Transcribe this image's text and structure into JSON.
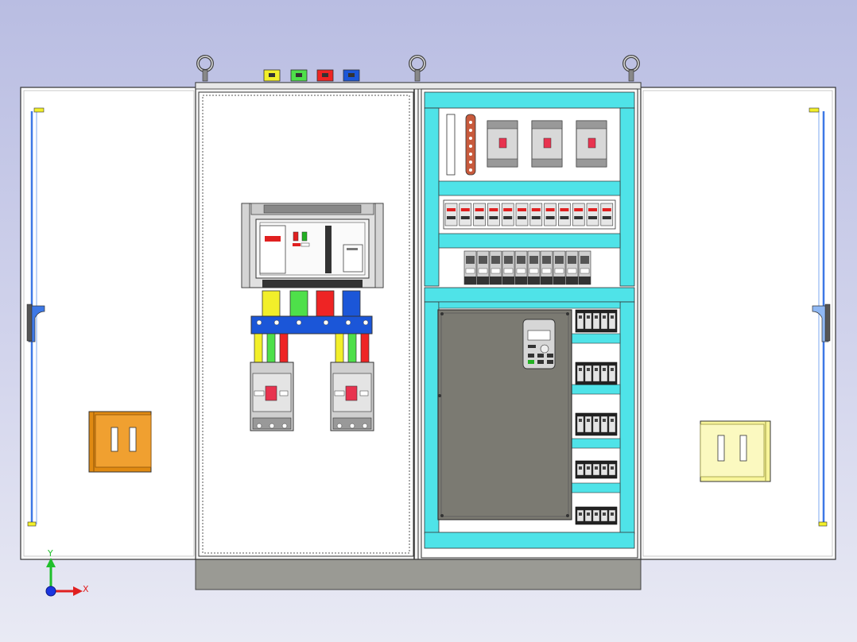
{
  "view": {
    "triad": {
      "x_label": "X",
      "y_label": "Y"
    }
  },
  "colors": {
    "background_top": "#b9bde2",
    "background_bottom": "#e9eaf4",
    "cyan_panel": "#4fe3e8",
    "busbar_yellow": "#f2ef2a",
    "busbar_green": "#4ee04a",
    "busbar_red": "#ee2424",
    "busbar_blue": "#1b56d8",
    "vfd_body": "#7b7a72",
    "left_handle": "#e08a12",
    "right_handle": "#f8f59a",
    "door_rod": "#3d78e6",
    "plinth": "#9a9a94"
  },
  "components": {
    "lifting_eyes": 3,
    "terminal_caps": [
      "yellow",
      "green",
      "red",
      "blue"
    ],
    "main_breaker": {
      "type": "air-circuit-breaker"
    },
    "branch_breakers": 2,
    "top_breakers": 3,
    "terminal_rows": 3,
    "right_small_modules": 5,
    "vfd": {
      "type": "variable-frequency-drive",
      "keypad": true
    }
  }
}
